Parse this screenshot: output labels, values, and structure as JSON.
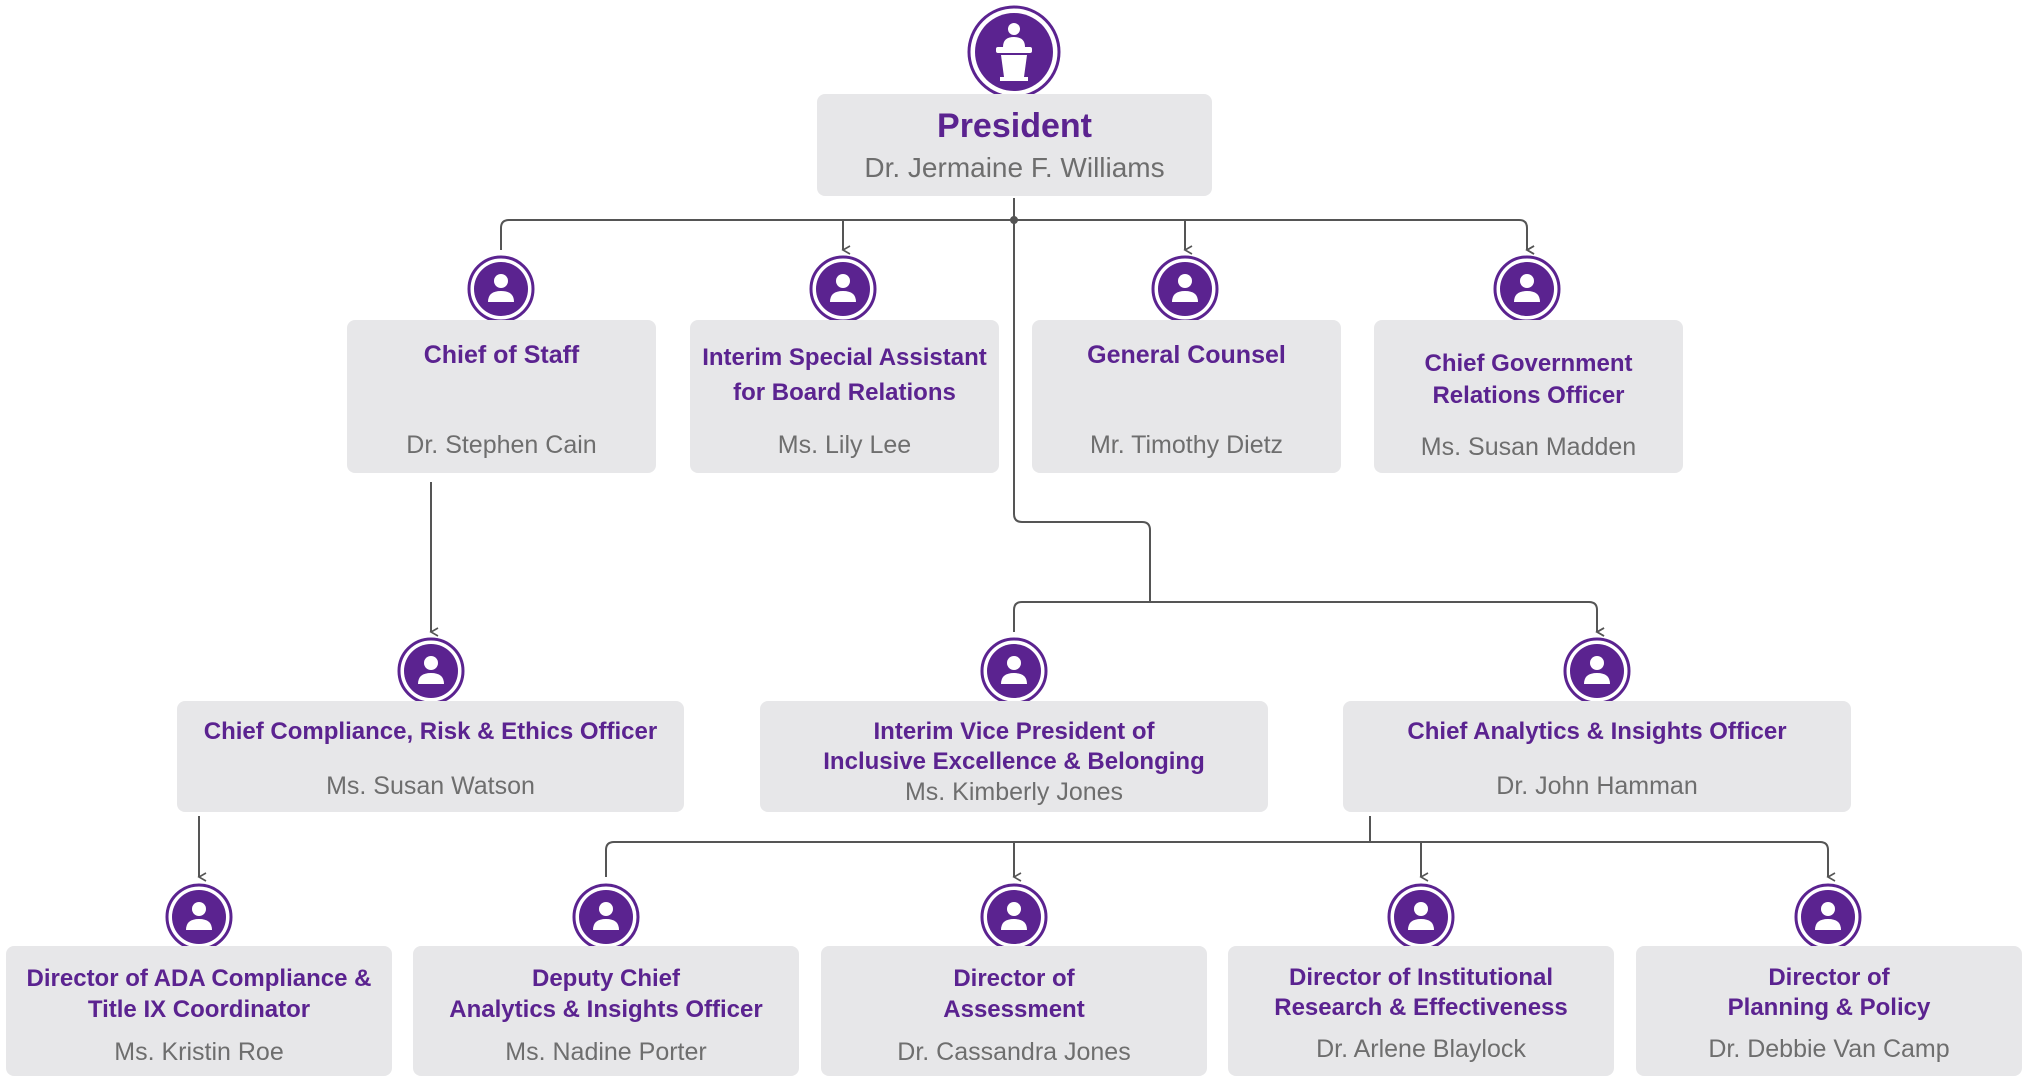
{
  "president": {
    "title": "President",
    "name": "Dr. Jermaine F. Williams"
  },
  "row1": [
    {
      "title": "Chief of Staff",
      "name": "Dr. Stephen Cain"
    },
    {
      "title": "Interim Special Assistant\nfor Board Relations",
      "name": "Ms. Lily Lee"
    },
    {
      "title": "General Counsel",
      "name": "Mr. Timothy Dietz"
    },
    {
      "title": "Chief Government\nRelations Officer",
      "name": "Ms. Susan Madden"
    }
  ],
  "row2": [
    {
      "title": "Chief Compliance, Risk & Ethics Officer",
      "name": "Ms. Susan Watson"
    },
    {
      "title": "Interim Vice President of\nInclusive Excellence & Belonging",
      "name": "Ms. Kimberly Jones"
    },
    {
      "title": "Chief Analytics & Insights Officer",
      "name": "Dr. John Hamman"
    }
  ],
  "row3": [
    {
      "title": "Director of ADA Compliance &\nTitle IX Coordinator",
      "name": "Ms. Kristin Roe"
    },
    {
      "title": "Deputy Chief\nAnalytics & Insights Officer",
      "name": "Ms. Nadine Porter"
    },
    {
      "title": "Director of\nAssessment",
      "name": "Dr. Cassandra Jones"
    },
    {
      "title": "Director of Institutional\nResearch & Effectiveness",
      "name": "Dr. Arlene Blaylock"
    },
    {
      "title": "Director of\nPlanning & Policy",
      "name": "Dr. Debbie Van Camp"
    }
  ],
  "colors": {
    "accent": "#5b2390",
    "box": "#e7e7e9",
    "name_text": "#6e6e6e",
    "line": "#555555"
  },
  "icons": {
    "president": "podium-speaker-icon",
    "person": "person-icon"
  }
}
